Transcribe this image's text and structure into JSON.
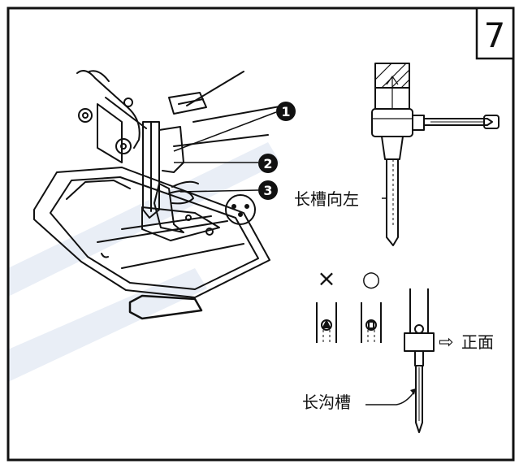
{
  "step_number": "7",
  "callouts": [
    {
      "marker": "1"
    },
    {
      "marker": "2"
    },
    {
      "marker": "3"
    }
  ],
  "labels": {
    "groove_left": "长槽向左",
    "wrong_mark": "×",
    "right_mark": "○",
    "front_arrow": "⇨",
    "front": "正面",
    "long_groove": "长沟槽"
  },
  "colors": {
    "line": "#111111",
    "watermark": "#e9eef6",
    "marker_fill": "#111111",
    "marker_text": "#ffffff"
  }
}
